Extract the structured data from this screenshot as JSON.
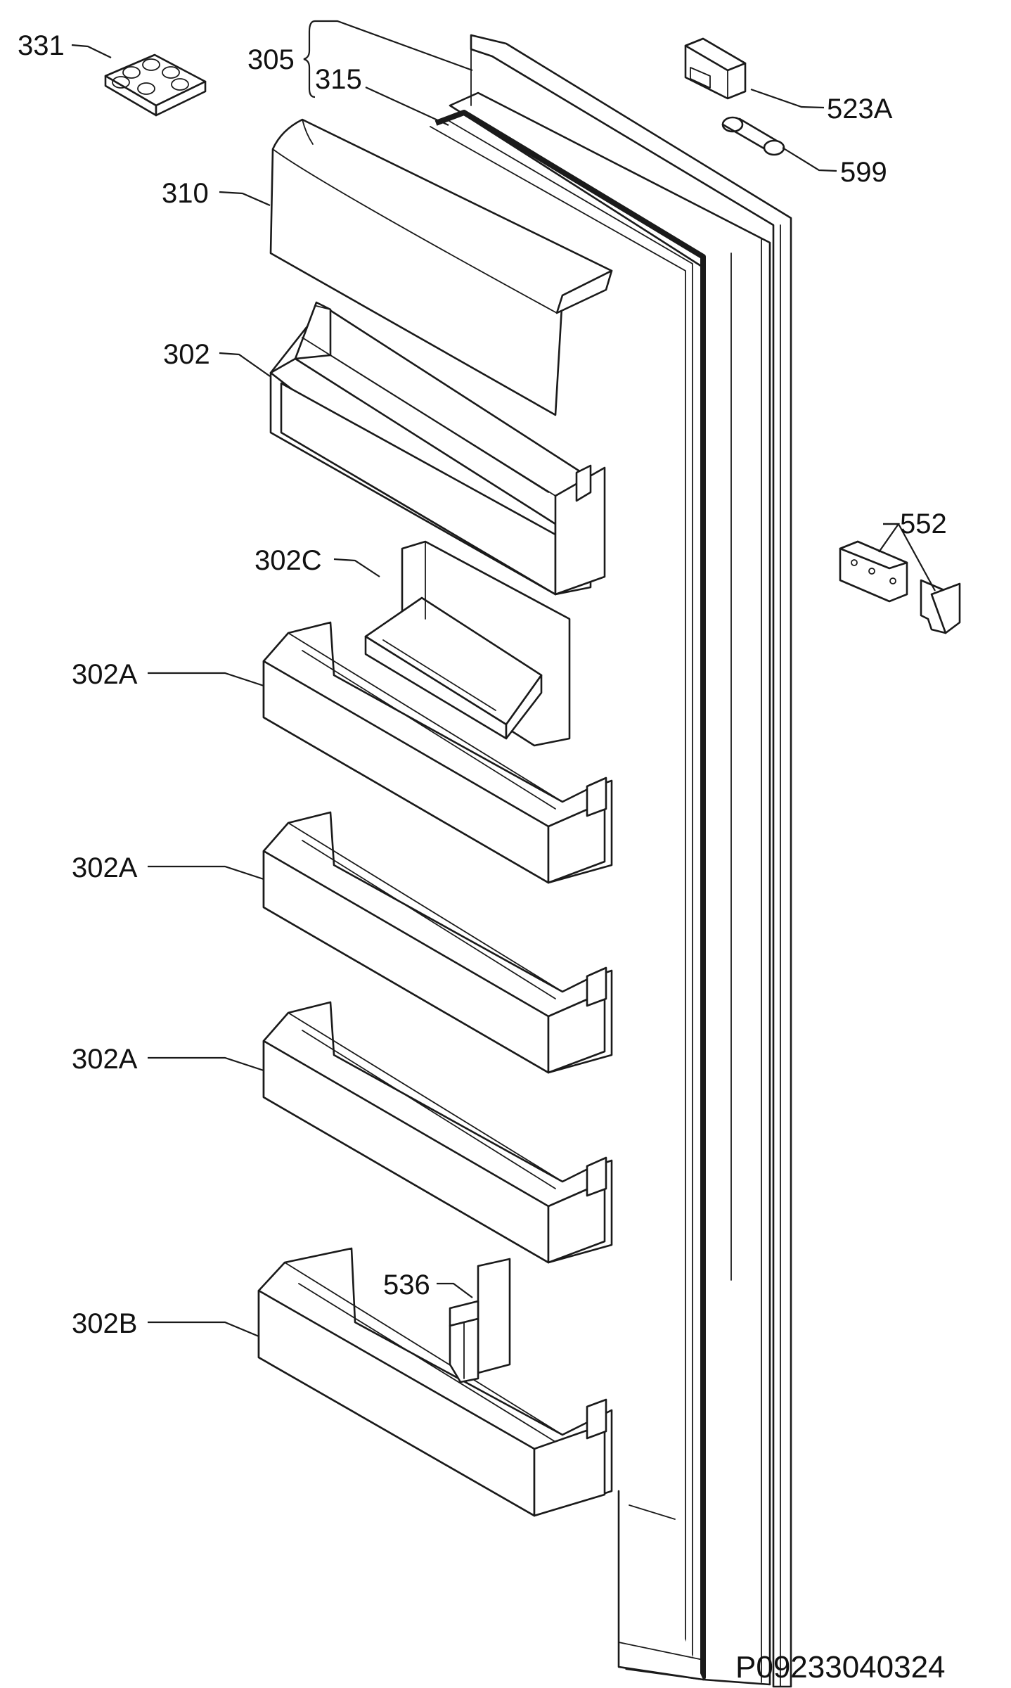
{
  "figure": {
    "reference": "P09233040324"
  },
  "callouts": {
    "c331": "331",
    "c305": "305",
    "c315": "315",
    "c310": "310",
    "c302": "302",
    "c302c": "302C",
    "c302a_1": "302A",
    "c302a_2": "302A",
    "c302a_3": "302A",
    "c302b": "302B",
    "c536": "536",
    "c523a": "523A",
    "c599": "599",
    "c552": "552"
  }
}
